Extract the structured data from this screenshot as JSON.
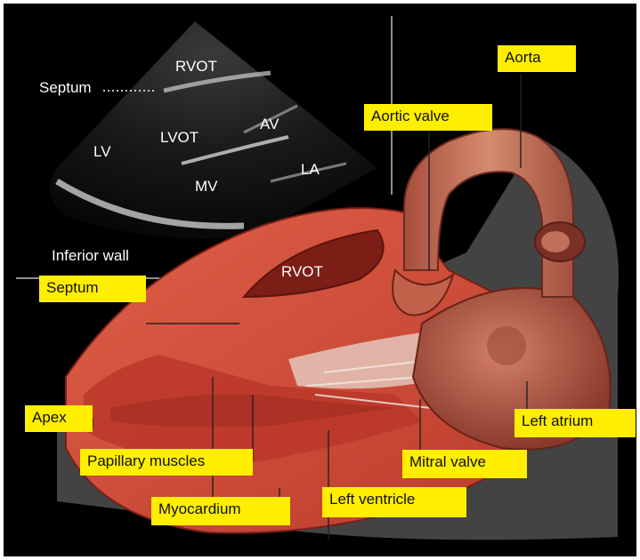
{
  "echo_labels": {
    "rvot": "RVOT",
    "septum": "Septum",
    "lv": "LV",
    "lvot": "LVOT",
    "av": "AV",
    "la": "LA",
    "mv": "MV",
    "inferior_wall": "Inferior wall"
  },
  "anatomy_labels": {
    "aorta": "Aorta",
    "aortic_valve": "Aortic valve",
    "septum": "Septum",
    "rvot": "RVOT",
    "apex": "Apex",
    "papillary_muscles": "Papillary muscles",
    "myocardium": "Myocardium",
    "left_ventricle": "Left ventricle",
    "mitral_valve": "Mitral valve",
    "left_atrium": "Left atrium"
  },
  "colors": {
    "label_bg": "#ffee00",
    "background": "#000000",
    "muscle": "#d8503a",
    "aorta": "#c56a52"
  }
}
